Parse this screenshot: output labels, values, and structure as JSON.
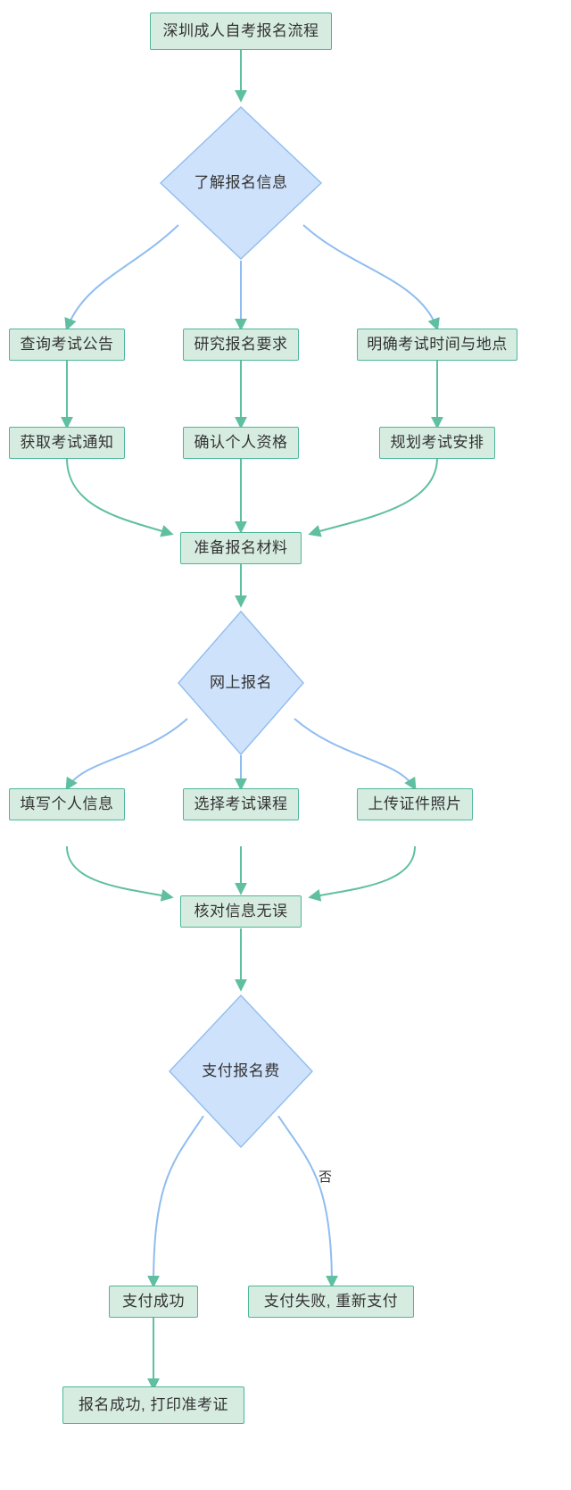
{
  "diagram": {
    "type": "flowchart",
    "direction": "top-to-bottom",
    "title": "深圳成人自考报名流程",
    "colors": {
      "process_fill": "#d7ece1",
      "process_stroke": "#4db699",
      "decision_fill": "#cfe2fb",
      "decision_stroke": "#8fbdf0",
      "edge_green": "#5fbfa0",
      "edge_blue": "#8fbdf0",
      "text": "#333333",
      "background": "#ffffff"
    },
    "nodes": [
      {
        "id": "n0",
        "label": "深圳成人自考报名流程",
        "shape": "process"
      },
      {
        "id": "n1",
        "label": "了解报名信息",
        "shape": "decision"
      },
      {
        "id": "n2",
        "label": "查询考试公告",
        "shape": "process"
      },
      {
        "id": "n3",
        "label": "研究报名要求",
        "shape": "process"
      },
      {
        "id": "n4",
        "label": "明确考试时间与地点",
        "shape": "process"
      },
      {
        "id": "n5",
        "label": "获取考试通知",
        "shape": "process"
      },
      {
        "id": "n6",
        "label": "确认个人资格",
        "shape": "process"
      },
      {
        "id": "n7",
        "label": "规划考试安排",
        "shape": "process"
      },
      {
        "id": "n8",
        "label": "准备报名材料",
        "shape": "process"
      },
      {
        "id": "n9",
        "label": "网上报名",
        "shape": "decision"
      },
      {
        "id": "n10",
        "label": "填写个人信息",
        "shape": "process"
      },
      {
        "id": "n11",
        "label": "选择考试课程",
        "shape": "process"
      },
      {
        "id": "n12",
        "label": "上传证件照片",
        "shape": "process"
      },
      {
        "id": "n13",
        "label": "核对信息无误",
        "shape": "process"
      },
      {
        "id": "n14",
        "label": "支付报名费",
        "shape": "decision"
      },
      {
        "id": "n15",
        "label": "支付成功",
        "shape": "process"
      },
      {
        "id": "n16",
        "label": "支付失败, 重新支付",
        "shape": "process"
      },
      {
        "id": "n17",
        "label": "报名成功, 打印准考证",
        "shape": "process"
      }
    ],
    "edges": [
      {
        "from": "n0",
        "to": "n1",
        "label": ""
      },
      {
        "from": "n1",
        "to": "n2",
        "label": ""
      },
      {
        "from": "n1",
        "to": "n3",
        "label": ""
      },
      {
        "from": "n1",
        "to": "n4",
        "label": ""
      },
      {
        "from": "n2",
        "to": "n5",
        "label": ""
      },
      {
        "from": "n3",
        "to": "n6",
        "label": ""
      },
      {
        "from": "n4",
        "to": "n7",
        "label": ""
      },
      {
        "from": "n5",
        "to": "n8",
        "label": ""
      },
      {
        "from": "n6",
        "to": "n8",
        "label": ""
      },
      {
        "from": "n7",
        "to": "n8",
        "label": ""
      },
      {
        "from": "n8",
        "to": "n9",
        "label": ""
      },
      {
        "from": "n9",
        "to": "n10",
        "label": ""
      },
      {
        "from": "n9",
        "to": "n11",
        "label": ""
      },
      {
        "from": "n9",
        "to": "n12",
        "label": ""
      },
      {
        "from": "n10",
        "to": "n13",
        "label": ""
      },
      {
        "from": "n11",
        "to": "n13",
        "label": ""
      },
      {
        "from": "n12",
        "to": "n13",
        "label": ""
      },
      {
        "from": "n13",
        "to": "n14",
        "label": ""
      },
      {
        "from": "n14",
        "to": "n15",
        "label": ""
      },
      {
        "from": "n14",
        "to": "n16",
        "label": "否"
      },
      {
        "from": "n15",
        "to": "n17",
        "label": ""
      }
    ],
    "edge_labels": [
      {
        "id": "lbl_no",
        "text": "否"
      }
    ]
  }
}
